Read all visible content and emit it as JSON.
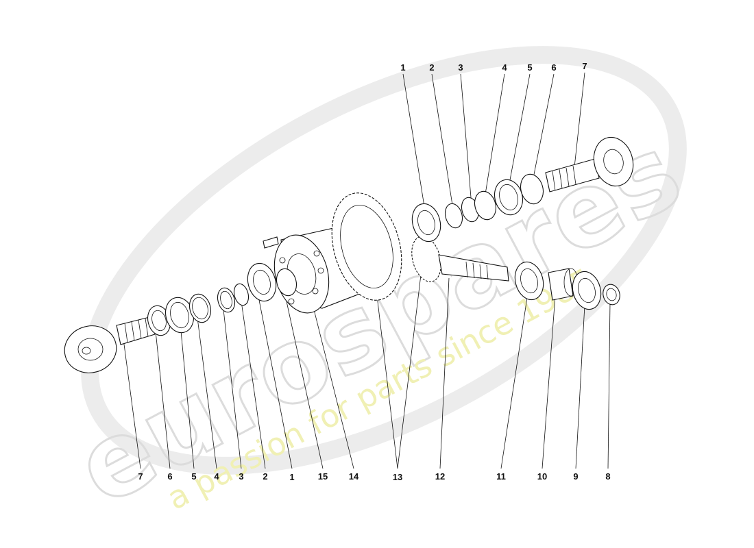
{
  "watermark": {
    "brand": "eurospares",
    "tagline": "a passion for parts since 1985",
    "brand_color": "#d9d9d9",
    "tagline_color": "#eeeeaa"
  },
  "callouts_top": [
    "1",
    "2",
    "3",
    "4",
    "5",
    "6",
    "7"
  ],
  "callouts_bottom": [
    "7",
    "6",
    "5",
    "4",
    "3",
    "2",
    "1",
    "15",
    "14",
    "13",
    "12",
    "11",
    "10",
    "9",
    "8"
  ]
}
